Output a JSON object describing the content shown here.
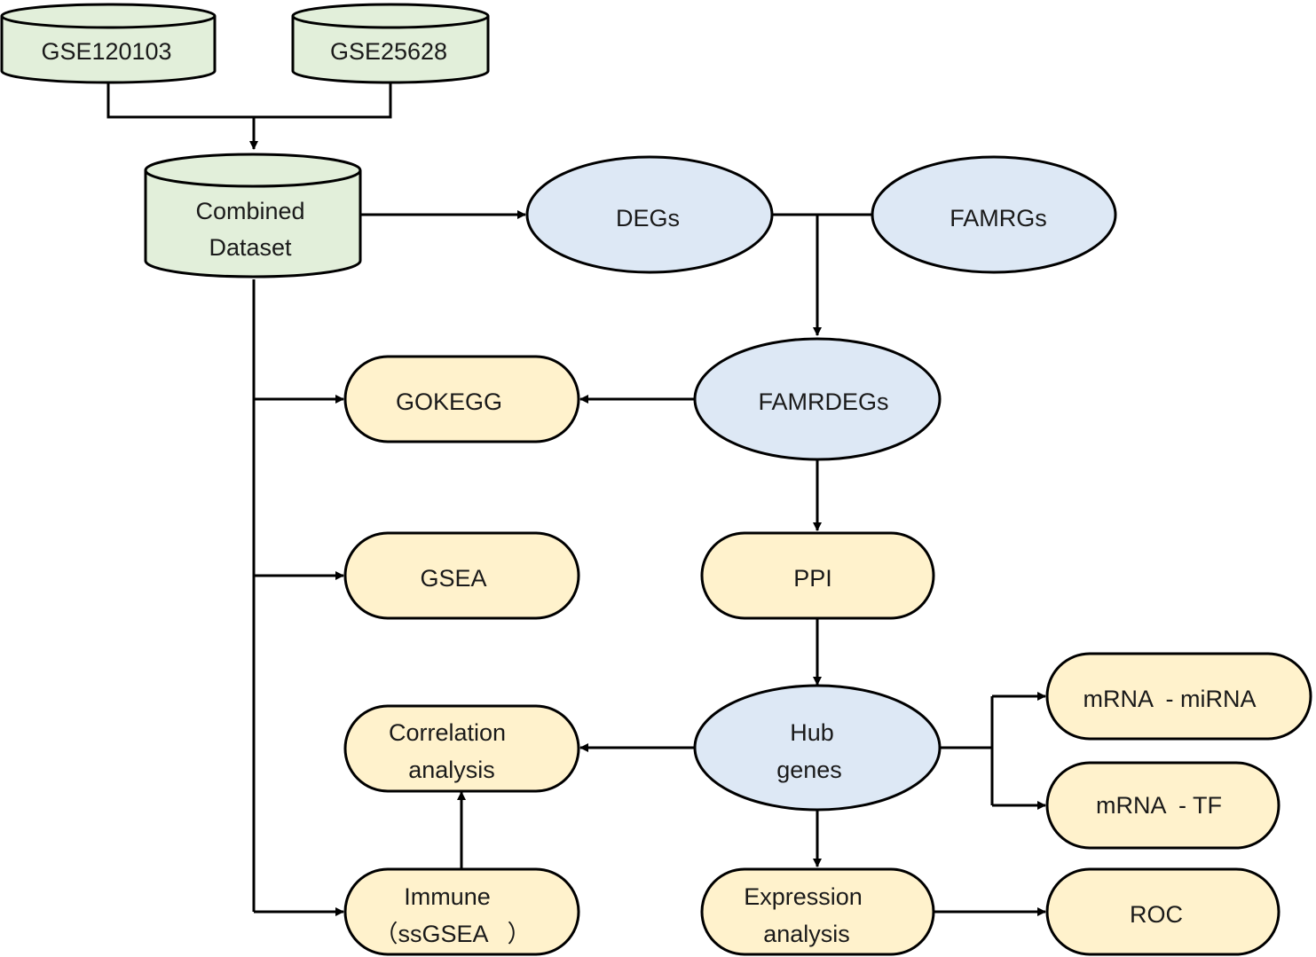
{
  "nodes": {
    "gse120103": "GSE120103",
    "gse25628": "GSE25628",
    "combined_1": "Combined",
    "combined_2": "Dataset",
    "degs": "DEGs",
    "famrgs": "FAMRGs",
    "famrdegs": "FAMRDEGs",
    "gokegg": "GOKEGG",
    "gsea": "GSEA",
    "ppi": "PPI",
    "hub_1": "Hub",
    "hub_2": "genes",
    "correlation_1": "Correlation",
    "correlation_2": "analysis",
    "mrna_mirna": "mRNA  - miRNA",
    "mrna_tf": "mRNA  - TF",
    "immune_1": "Immune",
    "immune_2": "（ssGSEA   ）",
    "expression_1": "Expression",
    "expression_2": "analysis",
    "roc": "ROC"
  },
  "colors": {
    "dataset_fill": "#e2efda",
    "gene_set_fill": "#dde8f5",
    "analysis_fill": "#fff2cc",
    "stroke": "#000000"
  }
}
